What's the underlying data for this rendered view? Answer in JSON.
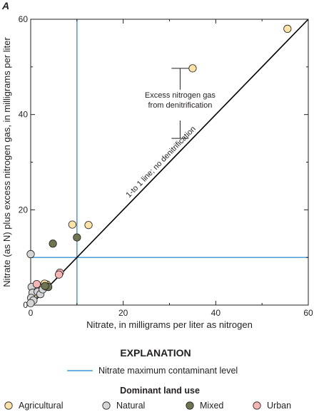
{
  "colors": {
    "agricultural": "#fbe2a6",
    "natural": "#d4d5d7",
    "mixed": "#6f7453",
    "urban": "#f7b6b6",
    "mcl": "#3d95d2",
    "line": "#000000"
  },
  "chart_data": {
    "type": "scatter",
    "panel_label": "A",
    "xlabel": "Nitrate, in milligrams per liter as nitrogen",
    "ylabel": "Nitrate (as N) plus excess nitrogen gas, in milligrams per liter",
    "xlim": [
      0,
      60
    ],
    "ylim": [
      0,
      60
    ],
    "x_ticks": [
      0,
      20,
      40,
      60
    ],
    "y_ticks": [
      0,
      20,
      40,
      60
    ],
    "grid": false,
    "series": [
      {
        "name": "Agricultural",
        "points": [
          [
            55.5,
            58.0
          ],
          [
            35.0,
            49.7
          ],
          [
            12.5,
            16.8
          ],
          [
            9.0,
            16.9
          ],
          [
            3.5,
            4.3
          ],
          [
            3.0,
            4.5
          ],
          [
            2.5,
            3.6
          ],
          [
            1.0,
            2.7
          ],
          [
            0.8,
            2.3
          ]
        ]
      },
      {
        "name": "Natural",
        "points": [
          [
            0.0,
            10.7
          ],
          [
            0.2,
            3.8
          ],
          [
            0.4,
            2.6
          ],
          [
            0.1,
            1.5
          ],
          [
            0.6,
            1.0
          ],
          [
            0.0,
            0.4
          ],
          [
            1.5,
            2.8
          ],
          [
            2.1,
            2.3
          ],
          [
            2.6,
            3.3
          ],
          [
            3.3,
            3.9
          ]
        ]
      },
      {
        "name": "Mixed",
        "points": [
          [
            10.0,
            14.2
          ],
          [
            4.8,
            12.9
          ],
          [
            3.8,
            3.8
          ],
          [
            3.1,
            4.0
          ]
        ]
      },
      {
        "name": "Urban",
        "points": [
          [
            6.3,
            6.8
          ],
          [
            1.3,
            4.4
          ],
          [
            6.1,
            6.4
          ]
        ]
      }
    ],
    "reference_line": {
      "label": "1-to 1 line; no denitrification",
      "from": [
        0,
        0
      ],
      "to": [
        60,
        60
      ]
    },
    "mcl_lines": {
      "x": 10,
      "y": 10
    },
    "annotation": {
      "text_lines": [
        "Excess nitrogen gas",
        "from denitrification"
      ],
      "x": 32.3,
      "y_top": 49.7,
      "y_bottom": 35.0
    },
    "legend": {
      "title": "EXPLANATION",
      "mcl_label": "Nitrate maximum contaminant level",
      "subtitle": "Dominant land use"
    }
  }
}
